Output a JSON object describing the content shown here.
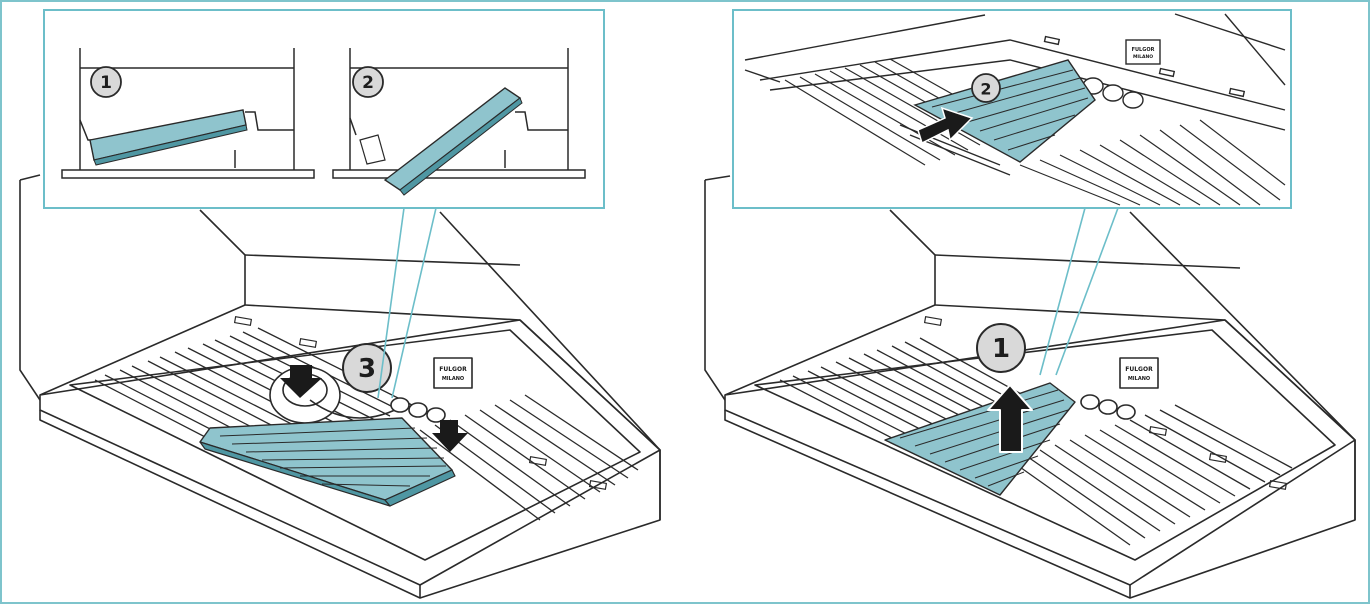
{
  "colors": {
    "filter": "#8fc4cd",
    "filter_dark": "#4f97a3",
    "callout_border": "#6cbec9",
    "frame_border": "#7ec4cc",
    "line": "#2a2a2a",
    "marker_fill": "#d9d9d9",
    "arrow": "#1a1a1a"
  },
  "left_panel": {
    "inset_steps": {
      "first": "1",
      "second": "2"
    },
    "main_step": "3",
    "badge": {
      "line1": "FULGOR",
      "line2": "MILANO"
    }
  },
  "right_panel": {
    "inset_step": "2",
    "main_step": "1",
    "badge": {
      "line1": "FULGOR",
      "line2": "MILANO"
    }
  }
}
